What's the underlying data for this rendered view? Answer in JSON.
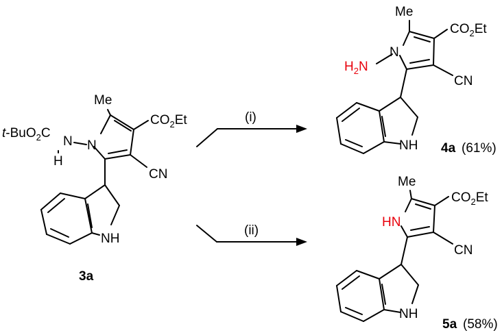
{
  "labels": {
    "me": "Me",
    "co2et_a": "CO",
    "co2et_sub": "2",
    "co2et_b": "Et",
    "cn": "CN",
    "nh": "NH",
    "n": "N",
    "h": "H",
    "hn": "HN",
    "h2n_a": "H",
    "h2n_sub": "2",
    "h2n_b": "N",
    "tbu_a": "t",
    "tbu_b": "-BuO",
    "tbu_sub": "2",
    "tbu_c": "C"
  },
  "compounds": {
    "start": {
      "id": "3a"
    },
    "product1": {
      "id": "4a",
      "yield": "(61%)"
    },
    "product2": {
      "id": "5a",
      "yield": "(58%)"
    }
  },
  "conditions": {
    "step1": "(i)",
    "step2": "(ii)"
  },
  "colors": {
    "bond": "#000000",
    "highlight": "#e8000b"
  }
}
